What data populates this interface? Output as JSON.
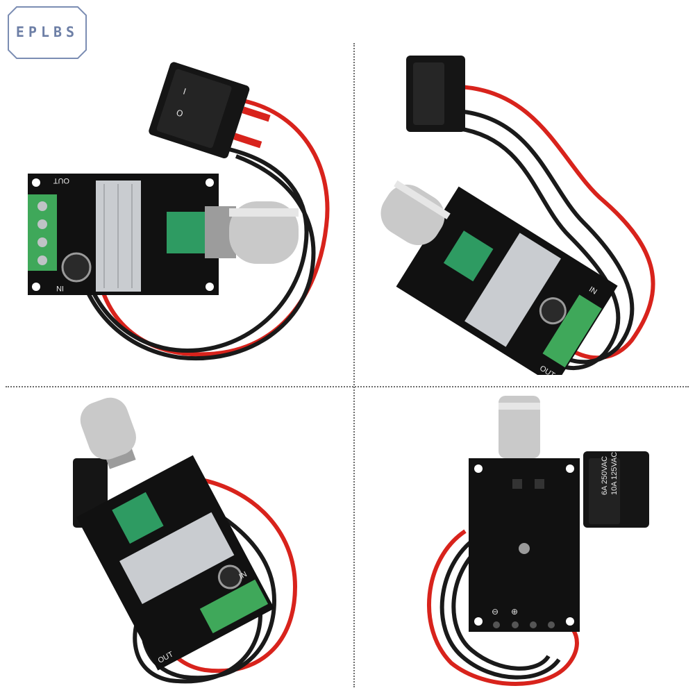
{
  "logo": {
    "text": "EPLBS"
  },
  "board_labels": {
    "out": "OUT",
    "in": "IN"
  },
  "switch_marks": {
    "on": "I",
    "off": "O"
  },
  "back_board": {
    "rating_line1": "6A 250VAC",
    "rating_line2": "10A 125VAC",
    "minus": "⊖",
    "plus": "⊕"
  },
  "colors": {
    "pcb": "#111111",
    "heatsink": "#c9ccd0",
    "potentiometer": "#2e9b62",
    "terminal_block": "#3fa85a",
    "wire_red": "#d8231c",
    "wire_black": "#1a1a1a",
    "knob": "#c9c9c9",
    "logo": "#6d7fa6"
  },
  "panels": [
    {
      "view": "top-left"
    },
    {
      "view": "top-right"
    },
    {
      "view": "bottom-left"
    },
    {
      "view": "bottom-right"
    }
  ]
}
